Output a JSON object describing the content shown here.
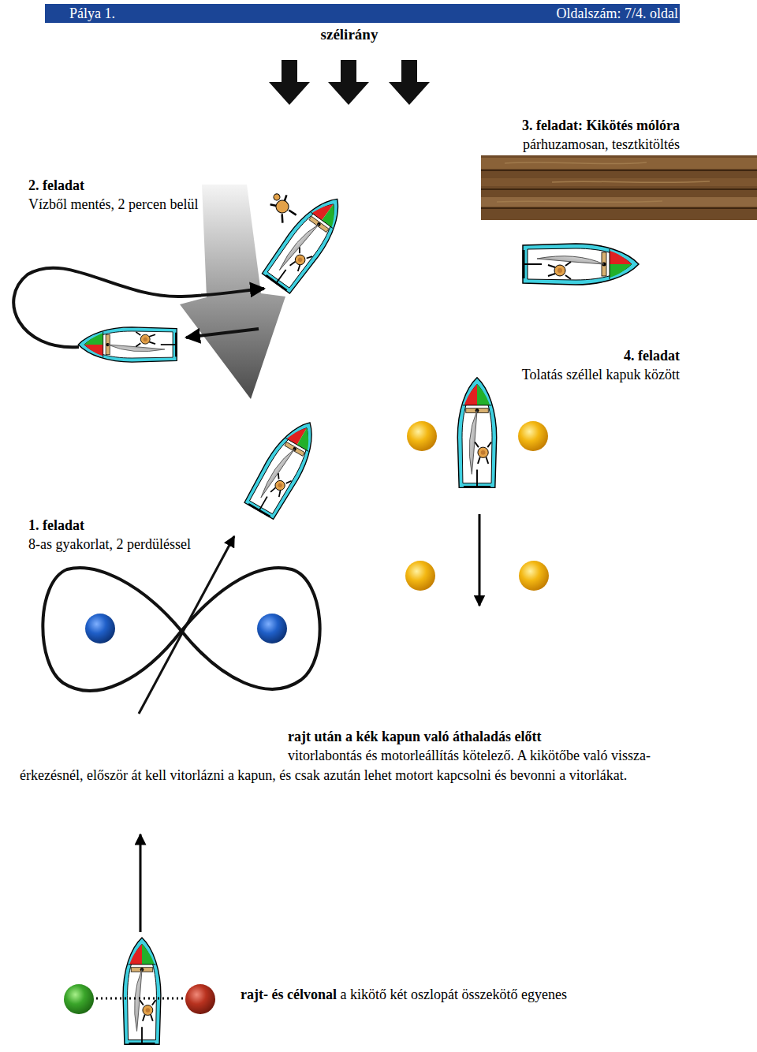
{
  "diagram": {
    "nodes": [
      {
        "text": [
          "Pálya 1.",
          "Oldalszám: 7/4. oldal"
        ]
      }
    ],
    "labels": [
      "szélirány",
      "3. feladat: Kikötés mólóra",
      "párhuzamosan, tesztkitöltés",
      "2. feladat",
      "Vízből mentés, 2 percen belül",
      "4. feladat",
      "Tolatás széllel kapuk között",
      "1. feladat",
      "8-as gyakorlat, 2 perdüléssel",
      "rajt után a kék kapun való áthaladás előtt",
      "vitorlabontás és motorleállítás kötelező. A kikötőbe való vissza-érkezésnél, először át kell vitorlázni a kapun, és csak azután lehet motort kapcsolni és bevonni a vitorlákat.",
      "rajt- és célvonal",
      "a kikötő két oszlopát összekötő egyenes"
    ]
  }
}
